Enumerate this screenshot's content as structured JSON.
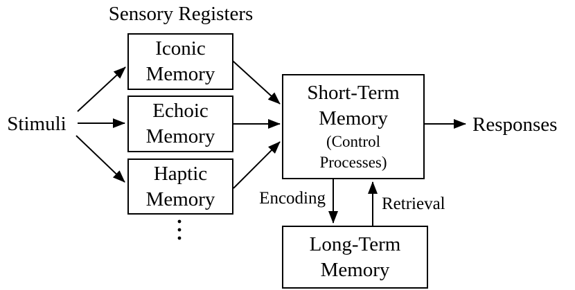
{
  "diagram": {
    "title": "Sensory Registers",
    "stimuli_label": "Stimuli",
    "responses_label": "Responses",
    "boxes": {
      "iconic": {
        "label": "Iconic\nMemory"
      },
      "echoic": {
        "label": "Echoic\nMemory"
      },
      "haptic": {
        "label": "Haptic\nMemory"
      },
      "short_term": {
        "label": "Short-Term\nMemory",
        "sublabel": "(Control\nProcesses)"
      },
      "long_term": {
        "label": "Long-Term\nMemory"
      }
    },
    "edge_labels": {
      "encoding": "Encoding",
      "retrieval": "Retrieval"
    },
    "icons": {
      "sensory_continuation": "vertical-ellipsis-dots"
    },
    "colors": {
      "ink": "#000000",
      "background": "#ffffff",
      "box_fill": "#ffffff"
    }
  }
}
